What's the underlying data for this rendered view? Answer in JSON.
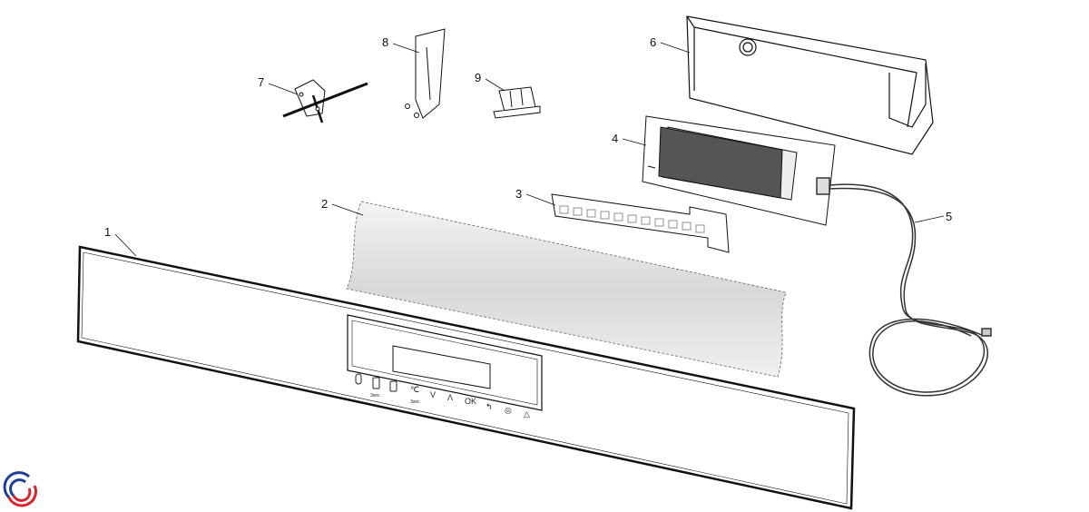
{
  "labels": {
    "p1": "1",
    "p2": "2",
    "p3": "3",
    "p4": "4",
    "p5": "5",
    "p6": "6",
    "p7": "7",
    "p8": "8",
    "p9": "9"
  },
  "panel_buttons": {
    "down": "V",
    "up": "Λ",
    "ok": "OK",
    "sub1": "3sec",
    "sub2": "3sec"
  },
  "colors": {
    "logo_blue": "#1f3f96",
    "logo_red": "#d8242c",
    "display_dark": "#555555"
  }
}
